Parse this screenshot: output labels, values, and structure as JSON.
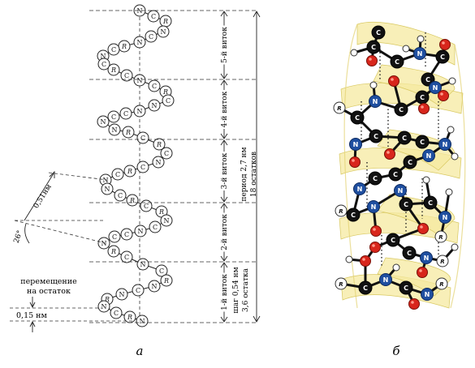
{
  "panel_a": {
    "label": "а",
    "turns": [
      "1-й виток",
      "2-й виток",
      "3-й виток",
      "4-й виток",
      "5-й виток"
    ],
    "period": "период 2,7 нм",
    "period_residues": "18 остатков",
    "pitch": "шаг 0,54 нм",
    "residues_per_turn": "3,6 остатка",
    "displacement_line1": "перемещение",
    "displacement_line2": "на остаток",
    "rise": "0,15 нм",
    "angle": "26°",
    "distance": "0,51нм",
    "atom_n": "N",
    "atom_c": "C",
    "atom_r": "R"
  },
  "panel_b": {
    "label": "б",
    "atom_c": "C",
    "atom_n": "N",
    "atom_r": "R",
    "colors": {
      "carbon": "#111111",
      "nitrogen": "#1f4fa0",
      "oxygen": "#d8261c",
      "hydrogen": "#ffffff",
      "ribbon": "#f6eaa0"
    }
  }
}
